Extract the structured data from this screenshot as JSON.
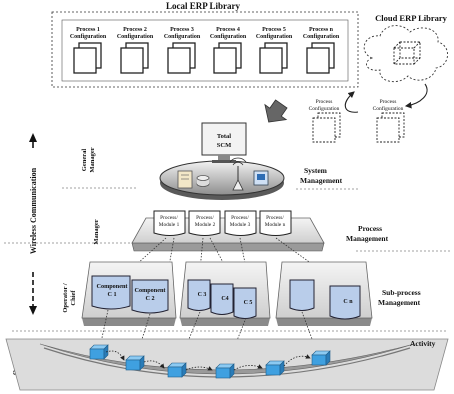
{
  "local_library": {
    "title": "Local ERP Library",
    "processes": [
      {
        "line1": "Process 1",
        "line2": "Configuration"
      },
      {
        "line1": "Process 2",
        "line2": "Configuration"
      },
      {
        "line1": "Process 3",
        "line2": "Configuration"
      },
      {
        "line1": "Process 4",
        "line2": "Configuration"
      },
      {
        "line1": "Process 5",
        "line2": "Configuration"
      },
      {
        "line1": "Process n",
        "line2": "Configuration"
      }
    ]
  },
  "cloud_library": {
    "title": "Cloud ERP Library",
    "configs": [
      {
        "line1": "Process",
        "line2": "Configuration"
      },
      {
        "line1": "Process",
        "line2": "Configuration"
      }
    ]
  },
  "monitor": {
    "line1": "Total",
    "line2": "SCM"
  },
  "left_axis": {
    "label": "Wireless Communication"
  },
  "roles": {
    "general_manager": {
      "line1": "General",
      "line2": "Manager"
    },
    "manager": "Manager",
    "operator_chief": {
      "line1": "Operator /",
      "line2": "Chief"
    },
    "operator": "Operator"
  },
  "levels": {
    "system": {
      "line1": "System",
      "line2": "Management"
    },
    "process": {
      "line1": "Process",
      "line2": "Management"
    },
    "subprocess": {
      "line1": "Sub-process",
      "line2": "Management"
    },
    "activity": "Activity"
  },
  "modules": [
    {
      "line1": "Process/",
      "line2": "Module 1"
    },
    {
      "line1": "Process/",
      "line2": "Module 2"
    },
    {
      "line1": "Process/",
      "line2": "Module 3"
    },
    {
      "line1": "Process/",
      "line2": "Module n"
    }
  ],
  "components": [
    {
      "line1": "Component",
      "line2": "C 1"
    },
    {
      "line1": "Component",
      "line2": "C 2"
    },
    {
      "line1": "C 3",
      "line2": ""
    },
    {
      "line1": "C4",
      "line2": ""
    },
    {
      "line1": "C 5",
      "line2": ""
    },
    {
      "line1": "C n",
      "line2": ""
    }
  ],
  "colors": {
    "component_blue": "#b9cdea",
    "activity_cube": "#3fa0e0",
    "panel_gray": "#e6e6e6"
  }
}
